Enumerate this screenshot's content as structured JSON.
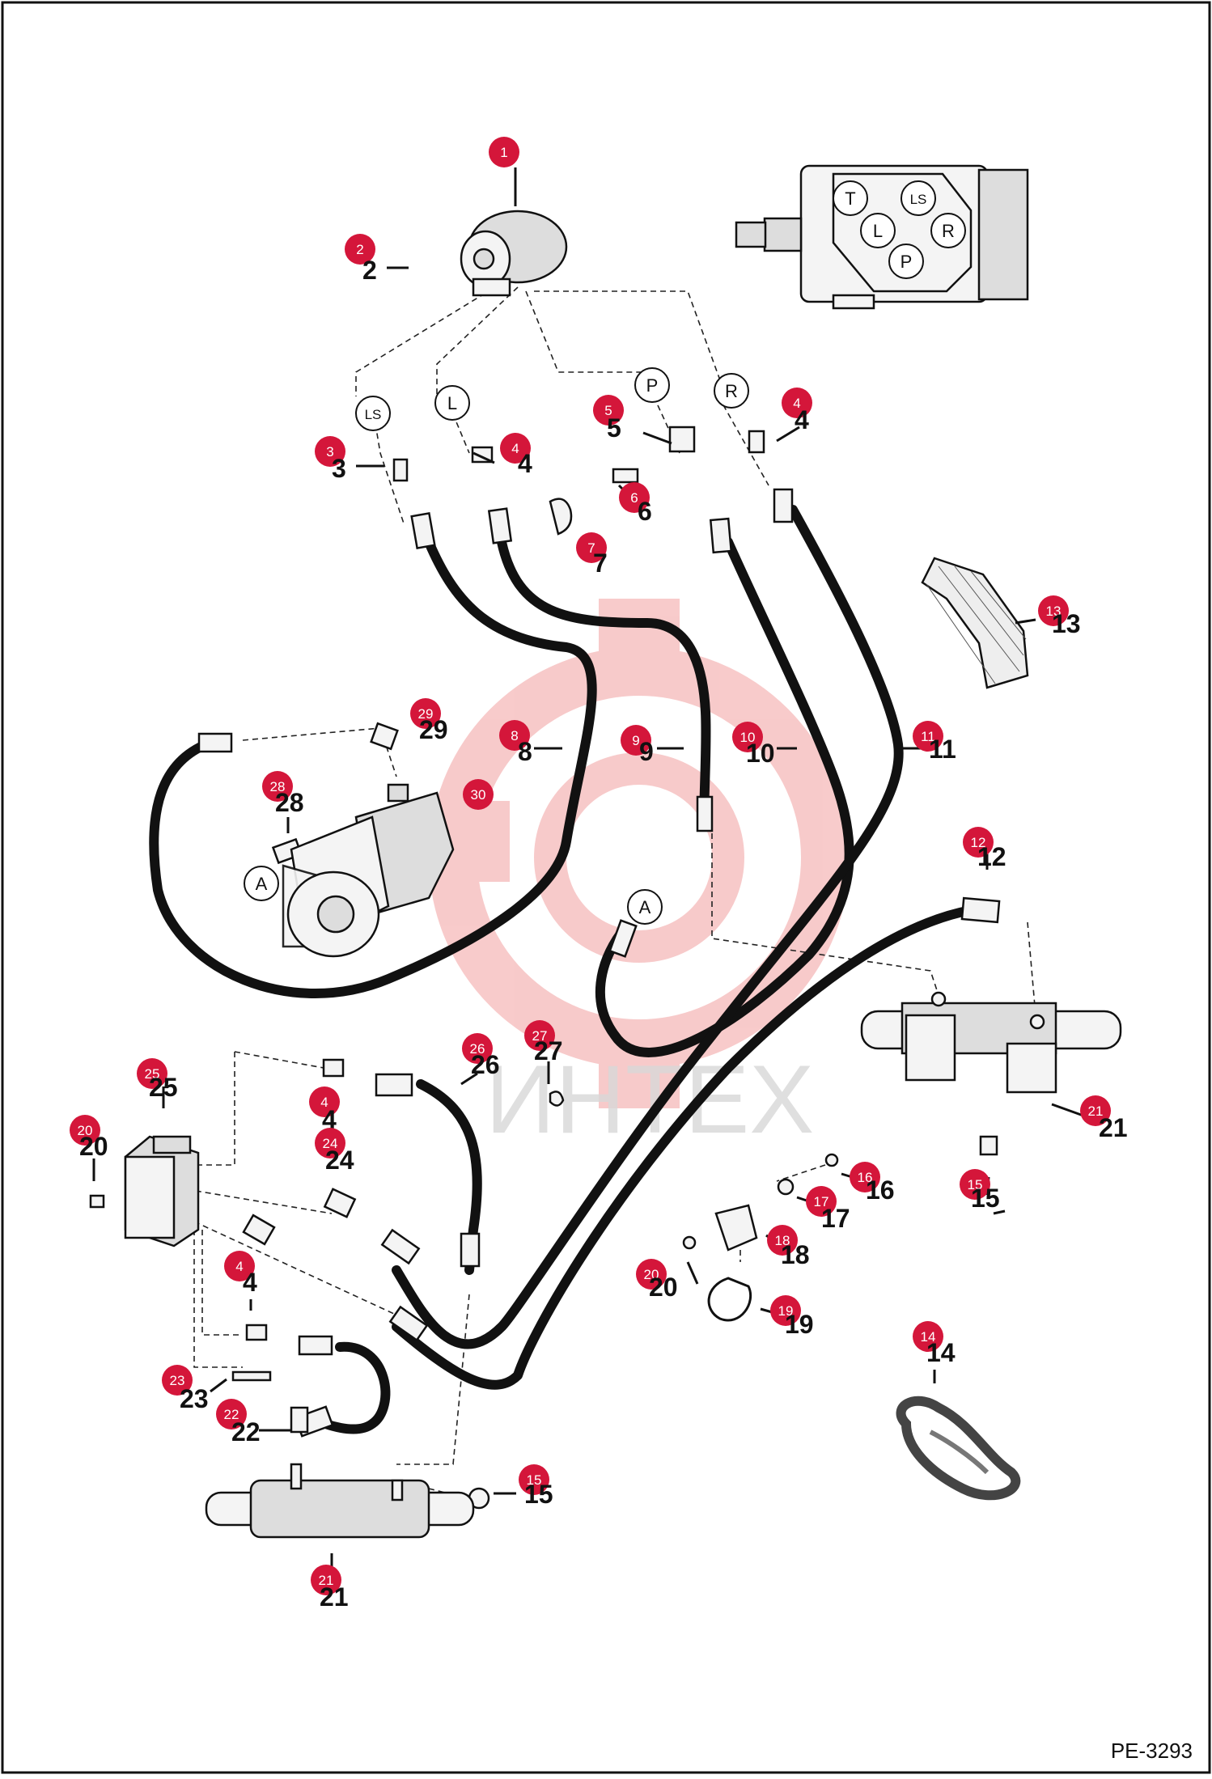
{
  "diagram_code": "PE-3293",
  "watermark_text": "ИНТЕХ",
  "colors": {
    "badge": "#d4163a",
    "watermark": "#f2a0a0",
    "line": "#111111"
  },
  "valve_ports": [
    "T",
    "LS",
    "L",
    "R",
    "P"
  ],
  "hose_ports": [
    "LS",
    "L",
    "P",
    "R"
  ],
  "connector_marks": [
    "A",
    "A"
  ],
  "callouts": [
    {
      "badge": "1",
      "label": ""
    },
    {
      "badge": "2",
      "label": "2"
    },
    {
      "badge": "3",
      "label": "3"
    },
    {
      "badge": "4",
      "label": "4"
    },
    {
      "badge": "5",
      "label": "5"
    },
    {
      "badge": "4",
      "label": "4"
    },
    {
      "badge": "6",
      "label": "6"
    },
    {
      "badge": "7",
      "label": "7"
    },
    {
      "badge": "13",
      "label": "13"
    },
    {
      "badge": "29",
      "label": "29"
    },
    {
      "badge": "8",
      "label": "8"
    },
    {
      "badge": "9",
      "label": "9"
    },
    {
      "badge": "10",
      "label": "10"
    },
    {
      "badge": "11",
      "label": "11"
    },
    {
      "badge": "28",
      "label": "28"
    },
    {
      "badge": "30",
      "label": ""
    },
    {
      "badge": "12",
      "label": "12"
    },
    {
      "badge": "26",
      "label": "26"
    },
    {
      "badge": "27",
      "label": "27"
    },
    {
      "badge": "25",
      "label": "25"
    },
    {
      "badge": "4",
      "label": "4"
    },
    {
      "badge": "20",
      "label": "20"
    },
    {
      "badge": "24",
      "label": "24"
    },
    {
      "badge": "21",
      "label": "21"
    },
    {
      "badge": "15",
      "label": "15"
    },
    {
      "badge": "16",
      "label": "16"
    },
    {
      "badge": "17",
      "label": "17"
    },
    {
      "badge": "18",
      "label": "18"
    },
    {
      "badge": "20",
      "label": "20"
    },
    {
      "badge": "19",
      "label": "19"
    },
    {
      "badge": "4",
      "label": "4"
    },
    {
      "badge": "14",
      "label": "14"
    },
    {
      "badge": "23",
      "label": "23"
    },
    {
      "badge": "22",
      "label": "22"
    },
    {
      "badge": "15",
      "label": "15"
    },
    {
      "badge": "21",
      "label": "21"
    }
  ]
}
